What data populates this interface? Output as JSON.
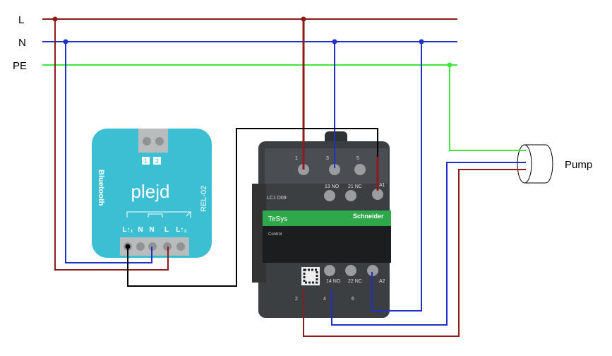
{
  "buses": {
    "L": "L",
    "N": "N",
    "PE": "PE"
  },
  "relay": {
    "brand": "plejd",
    "model": "REL-02",
    "bluetooth": "Bluetooth",
    "top_terminals": [
      "1",
      "2"
    ],
    "terminals": [
      "L↑₁",
      "N",
      "N",
      "L",
      "L↑₂"
    ]
  },
  "contactor": {
    "model": "LC1 D09",
    "series": "TeSys",
    "brand": "Schneider",
    "sub": "Control",
    "top_labels": [
      "1",
      "3",
      "5"
    ],
    "aux_top": [
      "13 NO",
      "21 NC",
      "A1"
    ],
    "aux_bottom": [
      "14 NO",
      "22 NC",
      "A2"
    ],
    "bottom_labels": [
      "2",
      "4",
      "6"
    ]
  },
  "load": {
    "label": "Pump"
  },
  "colors": {
    "L": "#8e1b1b",
    "N": "#1f2fc8",
    "PE": "#3ee63e",
    "control": "#000000",
    "relay_body": "#3cbfd2",
    "contactor_body": "#3c3f42",
    "band": "#2ea84a"
  }
}
